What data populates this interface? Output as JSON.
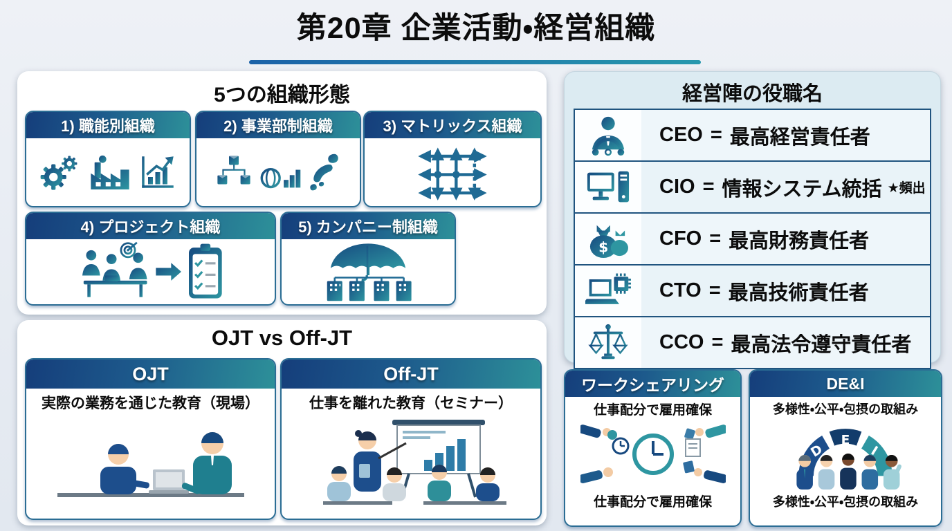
{
  "title": "第20章 企業活動・経営組織",
  "org_panel": {
    "heading": "5つの組織形態",
    "cards": [
      {
        "label": "1) 職能別組織",
        "icons": "gears, factory, growth-chart"
      },
      {
        "label": "2) 事業部制組織",
        "icons": "product-hierarchy, globe-chart, japan-map"
      },
      {
        "label": "3) マトリックス組織",
        "icons": "matrix-grid"
      },
      {
        "label": "4) プロジェクト組織",
        "icons": "team-meeting, arrow, checklist"
      },
      {
        "label": "5) カンパニー制組織",
        "icons": "umbrella-over-companies"
      }
    ]
  },
  "exec_panel": {
    "heading": "経営陣の役職名",
    "equals": "=",
    "rows": [
      {
        "abbr": "CEO",
        "title": "最高経営責任者",
        "badge": "",
        "icon": "executive-driver"
      },
      {
        "abbr": "CIO",
        "title": "情報システム統括",
        "badge": "★頻出",
        "icon": "desktop-computer"
      },
      {
        "abbr": "CFO",
        "title": "最高財務責任者",
        "badge": "",
        "icon": "money-bags"
      },
      {
        "abbr": "CTO",
        "title": "最高技術責任者",
        "badge": "",
        "icon": "laptop-chip"
      },
      {
        "abbr": "CCO",
        "title": "最高法令遵守責任者",
        "badge": "",
        "icon": "justice-scales"
      }
    ]
  },
  "training_panel": {
    "heading": "OJT vs Off-JT",
    "cards": [
      {
        "label": "OJT",
        "description": "実際の業務を通じた教育（現場）",
        "illustration": "mentor-at-laptop"
      },
      {
        "label": "Off-JT",
        "description": "仕事を離れた教育（セミナー）",
        "illustration": "seminar-presentation"
      }
    ]
  },
  "bottom_cards": [
    {
      "label": "ワークシェアリング",
      "caption_top": "仕事配分で雇用確保",
      "caption_bottom": "仕事配分で雇用確保",
      "illustration": "hands-sharing-clock"
    },
    {
      "label": "DE&I",
      "caption_top": "多様性・公平・包摂の取組み",
      "caption_bottom": "多様性・公平・包摂の取組み",
      "illustration": "dei-arc-people"
    }
  ],
  "icons": {
    "dollar": "$",
    "dei_d": "D",
    "dei_e": "E",
    "dei_i": "I"
  },
  "colors": {
    "page_bg": "#e9eef4",
    "navy": "#164a80",
    "teal": "#2e96a1",
    "header_gradient_start": "#153e7b",
    "header_gradient_end": "#2d9099",
    "exec_panel_bg": "#dcebf2",
    "exec_row_bg": "#e9f3f8",
    "row_border": "#20547f",
    "underline_start": "#1b62a8",
    "underline_end": "#2798ad",
    "text": "#0c0c0c"
  }
}
